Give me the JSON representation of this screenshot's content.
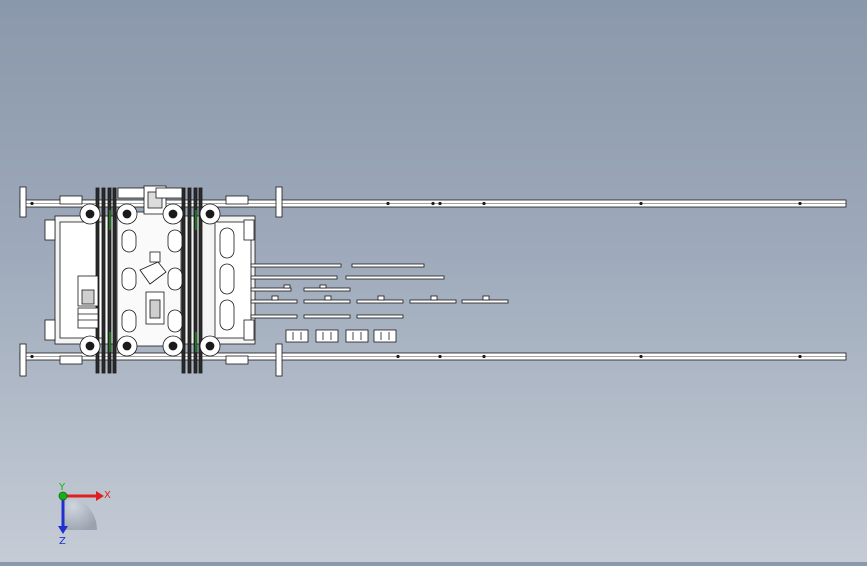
{
  "viewport": {
    "background_top": "#8a98ab",
    "background_bottom": "#c5ccd6",
    "model_line_color": "#1a1a1a",
    "model_fill_color": "#ffffff"
  },
  "triad": {
    "x_label": "X",
    "y_label": "Y",
    "z_label": "Z",
    "x_color": "#e02020",
    "y_color": "#18b018",
    "z_color": "#2030d0"
  },
  "model": {
    "icons": [
      "conveyor-frame",
      "roller-wheel",
      "guide-rail",
      "motor-block",
      "loose-part"
    ]
  }
}
